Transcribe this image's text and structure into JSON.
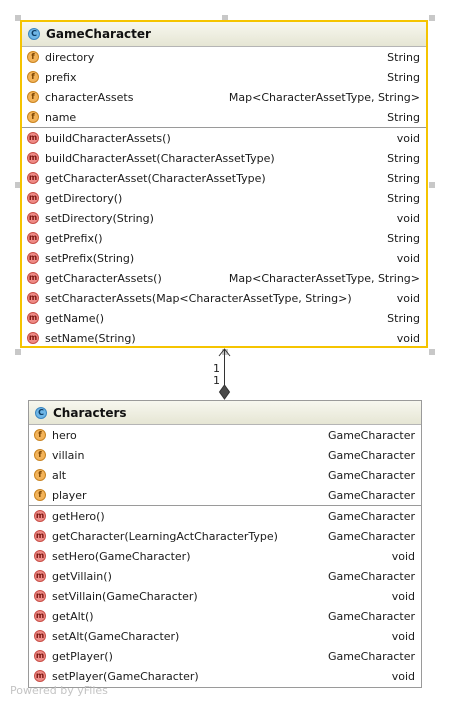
{
  "game_character": {
    "name": "GameCharacter",
    "fields": [
      {
        "name": "directory",
        "type": "String"
      },
      {
        "name": "prefix",
        "type": "String"
      },
      {
        "name": "characterAssets",
        "type": "Map<CharacterAssetType, String>"
      },
      {
        "name": "name",
        "type": "String"
      }
    ],
    "methods": [
      {
        "name": "buildCharacterAssets()",
        "type": "void"
      },
      {
        "name": "buildCharacterAsset(CharacterAssetType)",
        "type": "String"
      },
      {
        "name": "getCharacterAsset(CharacterAssetType)",
        "type": "String"
      },
      {
        "name": "getDirectory()",
        "type": "String"
      },
      {
        "name": "setDirectory(String)",
        "type": "void"
      },
      {
        "name": "getPrefix()",
        "type": "String"
      },
      {
        "name": "setPrefix(String)",
        "type": "void"
      },
      {
        "name": "getCharacterAssets()",
        "type": "Map<CharacterAssetType, String>"
      },
      {
        "name": "setCharacterAssets(Map<CharacterAssetType, String>)",
        "type": "void"
      },
      {
        "name": "getName()",
        "type": "String"
      },
      {
        "name": "setName(String)",
        "type": "void"
      }
    ]
  },
  "characters": {
    "name": "Characters",
    "fields": [
      {
        "name": "hero",
        "type": "GameCharacter"
      },
      {
        "name": "villain",
        "type": "GameCharacter"
      },
      {
        "name": "alt",
        "type": "GameCharacter"
      },
      {
        "name": "player",
        "type": "GameCharacter"
      }
    ],
    "methods": [
      {
        "name": "getHero()",
        "type": "GameCharacter"
      },
      {
        "name": "getCharacter(LearningActCharacterType)",
        "type": "GameCharacter"
      },
      {
        "name": "setHero(GameCharacter)",
        "type": "void"
      },
      {
        "name": "getVillain()",
        "type": "GameCharacter"
      },
      {
        "name": "setVillain(GameCharacter)",
        "type": "void"
      },
      {
        "name": "getAlt()",
        "type": "GameCharacter"
      },
      {
        "name": "setAlt(GameCharacter)",
        "type": "void"
      },
      {
        "name": "getPlayer()",
        "type": "GameCharacter"
      },
      {
        "name": "setPlayer(GameCharacter)",
        "type": "void"
      }
    ]
  },
  "badges": {
    "class": "C",
    "field": "f",
    "method": "m"
  },
  "association": {
    "source_multiplicity": "1",
    "target_multiplicity": "1",
    "type": "composition"
  },
  "watermark": "Powered by yFiles",
  "colors": {
    "selection_border": "#f5c400",
    "class_badge": "#6fb6e6",
    "field_badge": "#f2b35a",
    "method_badge": "#ee8b86"
  }
}
